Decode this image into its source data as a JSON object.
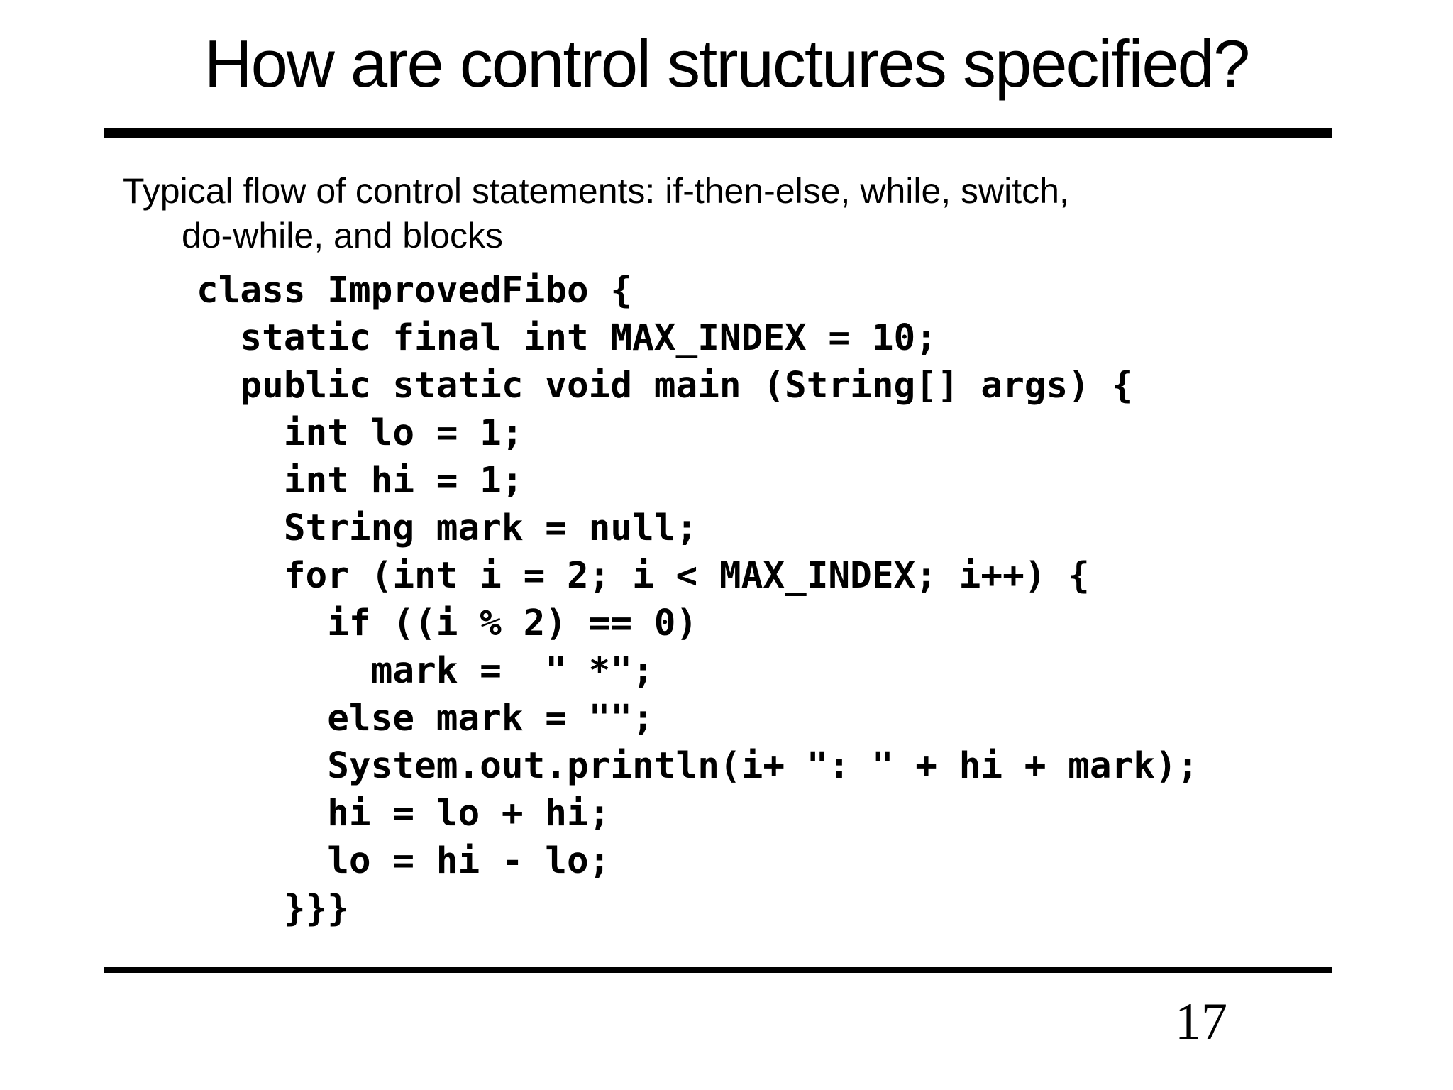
{
  "slide": {
    "title": "How are control structures specified?",
    "colors": {
      "background": "#ffffff",
      "text": "#000000",
      "rule": "#000000"
    },
    "body": {
      "lines": [
        "Typical flow of control statements: if-then-else, while, switch,",
        "do-while, and blocks"
      ]
    },
    "code": {
      "language": "java",
      "lines": [
        "class ImprovedFibo {",
        "  static final int MAX_INDEX = 10;",
        "  public static void main (String[] args) {",
        "    int lo = 1;",
        "    int hi = 1;",
        "    String mark = null;",
        "    for (int i = 2; i < MAX_INDEX; i++) {",
        "      if ((i % 2) == 0)",
        "        mark =  \" *\";",
        "      else mark = \"\";",
        "      System.out.println(i+ \": \" + hi + mark);",
        "      hi = lo + hi;",
        "      lo = hi - lo;",
        "    }}}"
      ]
    },
    "page_number": "17"
  }
}
